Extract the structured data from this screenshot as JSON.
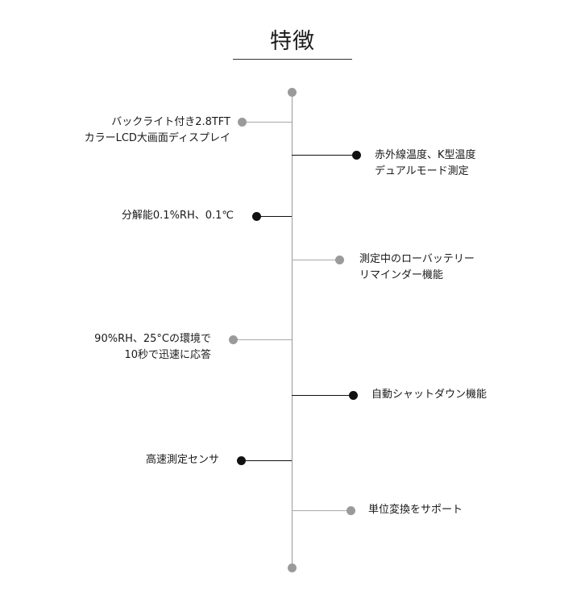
{
  "title": "特徴",
  "features": [
    {
      "lines": [
        "バックライト付き2.8TFT",
        "カラーLCD大画面ディスプレイ"
      ],
      "side": "left",
      "dot": "gray"
    },
    {
      "lines": [
        "赤外線温度、K型温度",
        "デュアルモード測定"
      ],
      "side": "right",
      "dot": "black"
    },
    {
      "lines": [
        "分解能0.1%RH、0.1℃"
      ],
      "side": "left",
      "dot": "black"
    },
    {
      "lines": [
        "測定中のローバッテリー",
        "リマインダー機能"
      ],
      "side": "right",
      "dot": "gray"
    },
    {
      "lines": [
        "90%RH、25°Cの環境で",
        "10秒で迅速に応答"
      ],
      "side": "left",
      "dot": "gray"
    },
    {
      "lines": [
        "自動シャットダウン機能"
      ],
      "side": "right",
      "dot": "black"
    },
    {
      "lines": [
        "高速測定センサ"
      ],
      "side": "left",
      "dot": "black"
    },
    {
      "lines": [
        "単位変換をサポート"
      ],
      "side": "right",
      "dot": "gray"
    }
  ]
}
